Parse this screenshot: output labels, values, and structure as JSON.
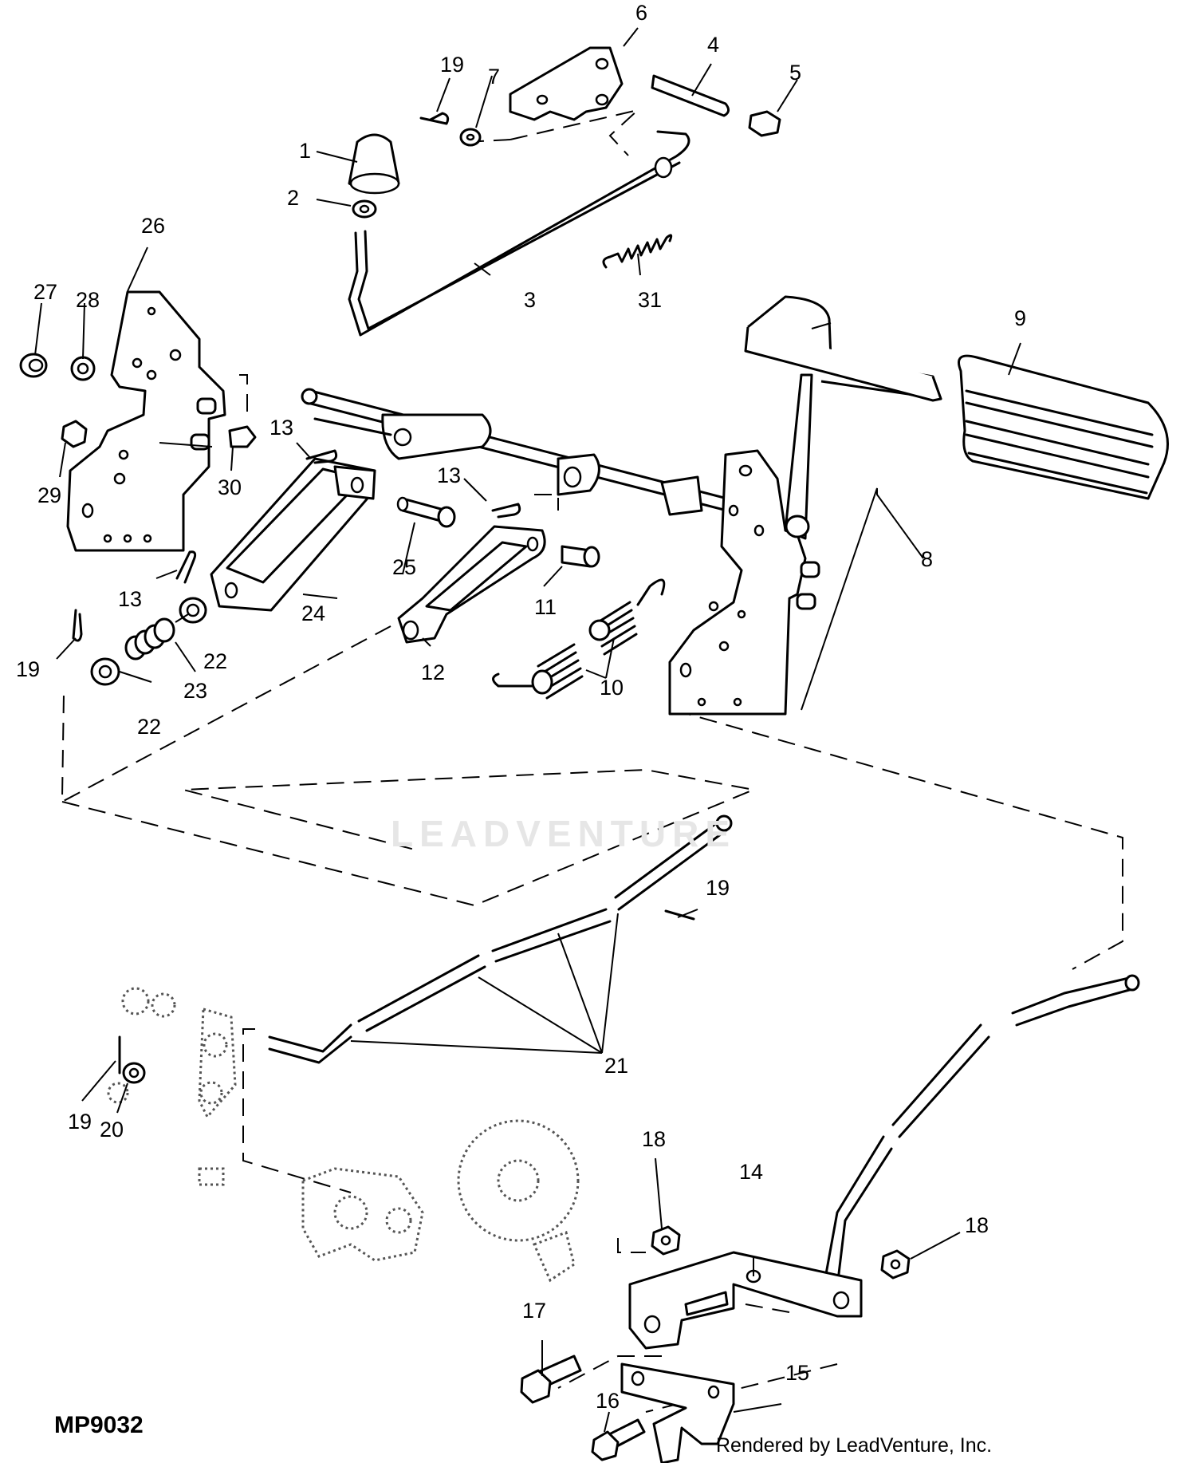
{
  "diagram": {
    "id_label": "MP9032",
    "credit": "Rendered by LeadVenture, Inc.",
    "watermark": "LEADVENTURE",
    "callouts": [
      {
        "key": "c1",
        "text": "1"
      },
      {
        "key": "c2",
        "text": "2"
      },
      {
        "key": "c3",
        "text": "3"
      },
      {
        "key": "c4",
        "text": "4"
      },
      {
        "key": "c5",
        "text": "5"
      },
      {
        "key": "c6",
        "text": "6"
      },
      {
        "key": "c7",
        "text": "7"
      },
      {
        "key": "c8",
        "text": "8"
      },
      {
        "key": "c9",
        "text": "9"
      },
      {
        "key": "c10",
        "text": "10"
      },
      {
        "key": "c11",
        "text": "11"
      },
      {
        "key": "c12",
        "text": "12"
      },
      {
        "key": "c13a",
        "text": "13"
      },
      {
        "key": "c13b",
        "text": "13"
      },
      {
        "key": "c13c",
        "text": "13"
      },
      {
        "key": "c14",
        "text": "14"
      },
      {
        "key": "c15",
        "text": "15"
      },
      {
        "key": "c16",
        "text": "16"
      },
      {
        "key": "c17",
        "text": "17"
      },
      {
        "key": "c18a",
        "text": "18"
      },
      {
        "key": "c18b",
        "text": "18"
      },
      {
        "key": "c19a",
        "text": "19"
      },
      {
        "key": "c19b",
        "text": "19"
      },
      {
        "key": "c19c",
        "text": "19"
      },
      {
        "key": "c19d",
        "text": "19"
      },
      {
        "key": "c20",
        "text": "20"
      },
      {
        "key": "c21",
        "text": "21"
      },
      {
        "key": "c22a",
        "text": "22"
      },
      {
        "key": "c22b",
        "text": "22"
      },
      {
        "key": "c23",
        "text": "23"
      },
      {
        "key": "c24",
        "text": "24"
      },
      {
        "key": "c25",
        "text": "25"
      },
      {
        "key": "c26",
        "text": "26"
      },
      {
        "key": "c27",
        "text": "27"
      },
      {
        "key": "c28",
        "text": "28"
      },
      {
        "key": "c29",
        "text": "29"
      },
      {
        "key": "c30",
        "text": "30"
      },
      {
        "key": "c31",
        "text": "31"
      }
    ]
  }
}
